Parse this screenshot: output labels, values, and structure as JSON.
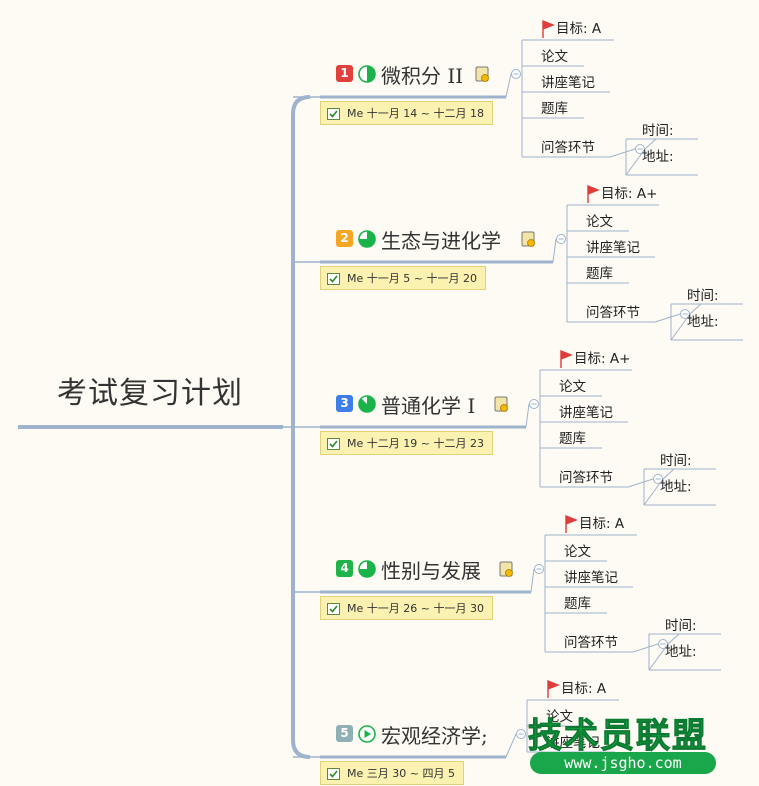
{
  "root": {
    "title": "考试复习计划"
  },
  "branches": [
    {
      "index": "1",
      "badge_color": "#e0413c",
      "progress_icon": "half-pie-icon",
      "title": "微积分 II",
      "task": "Me 十一月 14 ~ 十二月 18",
      "goal": "目标: A",
      "leaves": [
        "论文",
        "讲座笔记",
        "题库",
        "问答环节"
      ],
      "qa_children": [
        "时间:",
        "地址:"
      ]
    },
    {
      "index": "2",
      "badge_color": "#f5a623",
      "progress_icon": "three-quarter-pie-icon",
      "title": "生态与进化学",
      "task": "Me 十一月 5 ~ 十一月 20",
      "goal": "目标: A+",
      "leaves": [
        "论文",
        "讲座笔记",
        "题库",
        "问答环节"
      ],
      "qa_children": [
        "时间:",
        "地址:"
      ]
    },
    {
      "index": "3",
      "badge_color": "#3d7ee8",
      "progress_icon": "seven-eighths-pie-icon",
      "title": "普通化学 I",
      "task": "Me 十二月 19 ~ 十二月 23",
      "goal": "目标: A+",
      "leaves": [
        "论文",
        "讲座笔记",
        "题库",
        "问答环节"
      ],
      "qa_children": [
        "时间:",
        "地址:"
      ]
    },
    {
      "index": "4",
      "badge_color": "#1fb44a",
      "progress_icon": "three-quarter-pie-icon",
      "title": "性别与发展",
      "task": "Me 十一月 26 ~ 十一月 30",
      "goal": "目标: A",
      "leaves": [
        "论文",
        "讲座笔记",
        "题库",
        "问答环节"
      ],
      "qa_children": [
        "时间:",
        "地址:"
      ]
    },
    {
      "index": "5",
      "badge_color": "#8fb0b4",
      "progress_icon": "play-icon",
      "title": "宏观经济学;",
      "task": "Me 三月 30 ~ 四月 5",
      "goal": "目标: A",
      "leaves": [
        "论文",
        "讲座笔记"
      ],
      "qa_children": []
    }
  ],
  "watermark": {
    "title": "技术员联盟",
    "url": "www.jsgho.com"
  },
  "colors": {
    "connector": "#9fb3cc",
    "flag": "#e03c3c",
    "task_bg": "#fbf1b0",
    "pie_green": "#19b34a"
  }
}
